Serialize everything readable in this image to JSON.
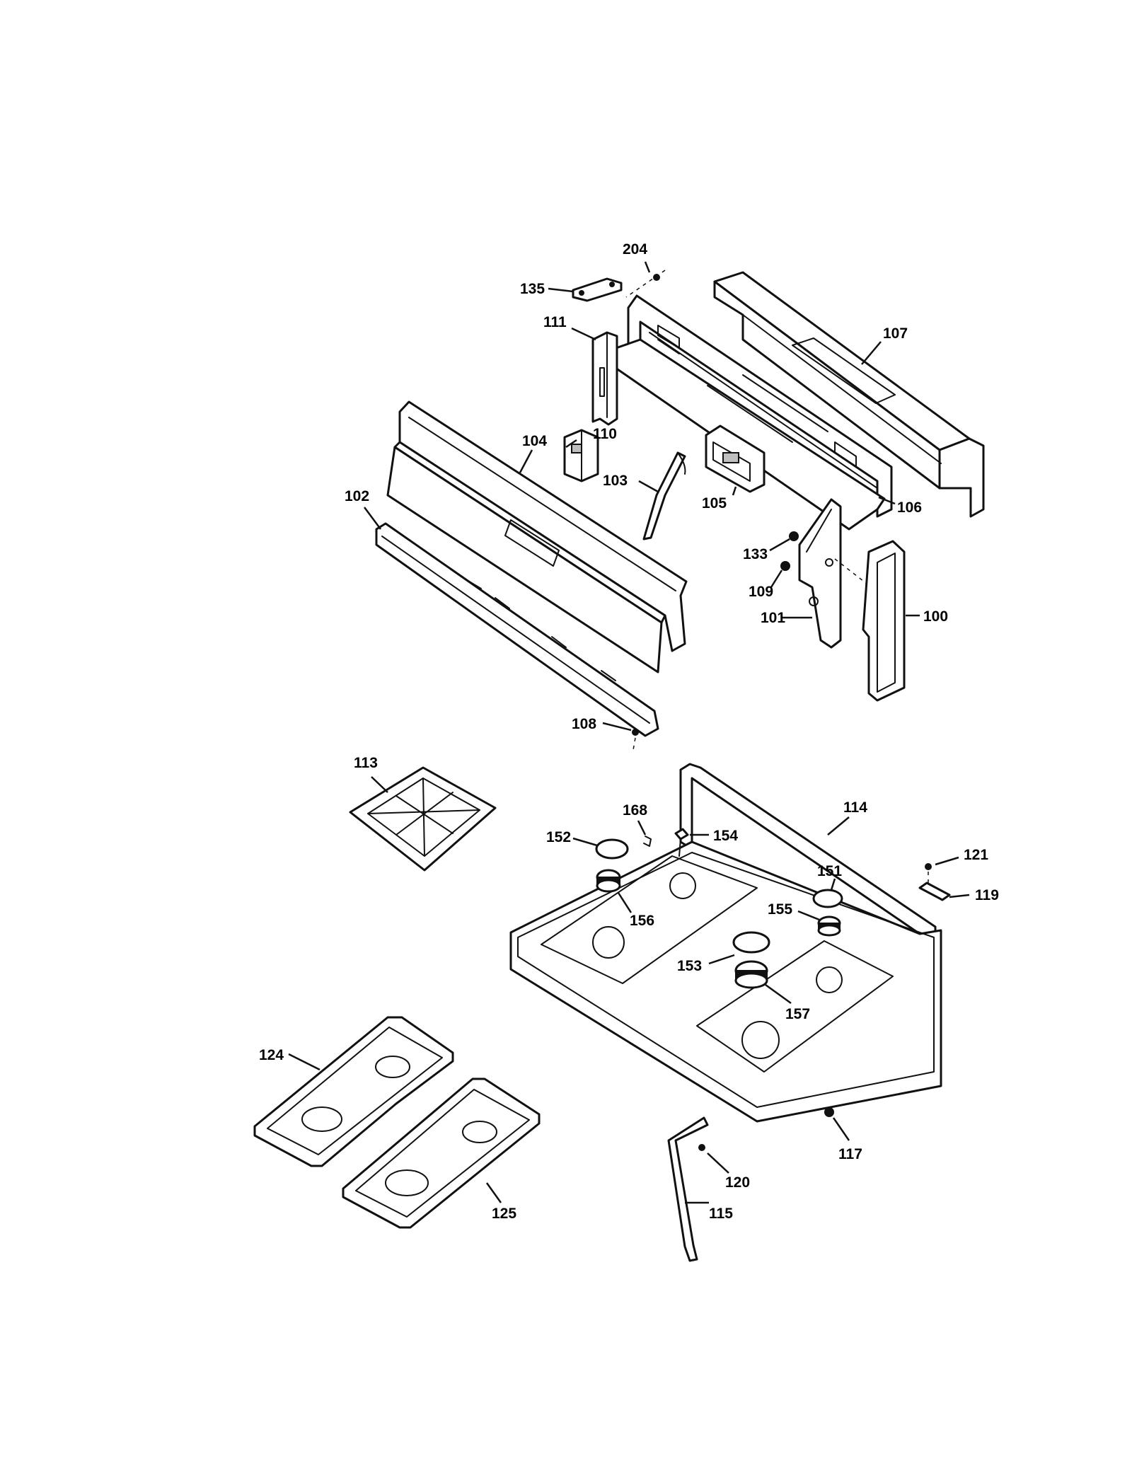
{
  "labels": {
    "l100": "100",
    "l101": "101",
    "l102": "102",
    "l103": "103",
    "l104": "104",
    "l105": "105",
    "l106": "106",
    "l107": "107",
    "l108": "108",
    "l109": "109",
    "l110": "110",
    "l111": "111",
    "l113": "113",
    "l114": "114",
    "l115": "115",
    "l117": "117",
    "l119": "119",
    "l120": "120",
    "l121": "121",
    "l124": "124",
    "l125": "125",
    "l133": "133",
    "l135": "135",
    "l151": "151",
    "l152": "152",
    "l153": "153",
    "l154": "154",
    "l155": "155",
    "l156": "156",
    "l157": "157",
    "l168": "168",
    "l204": "204"
  }
}
